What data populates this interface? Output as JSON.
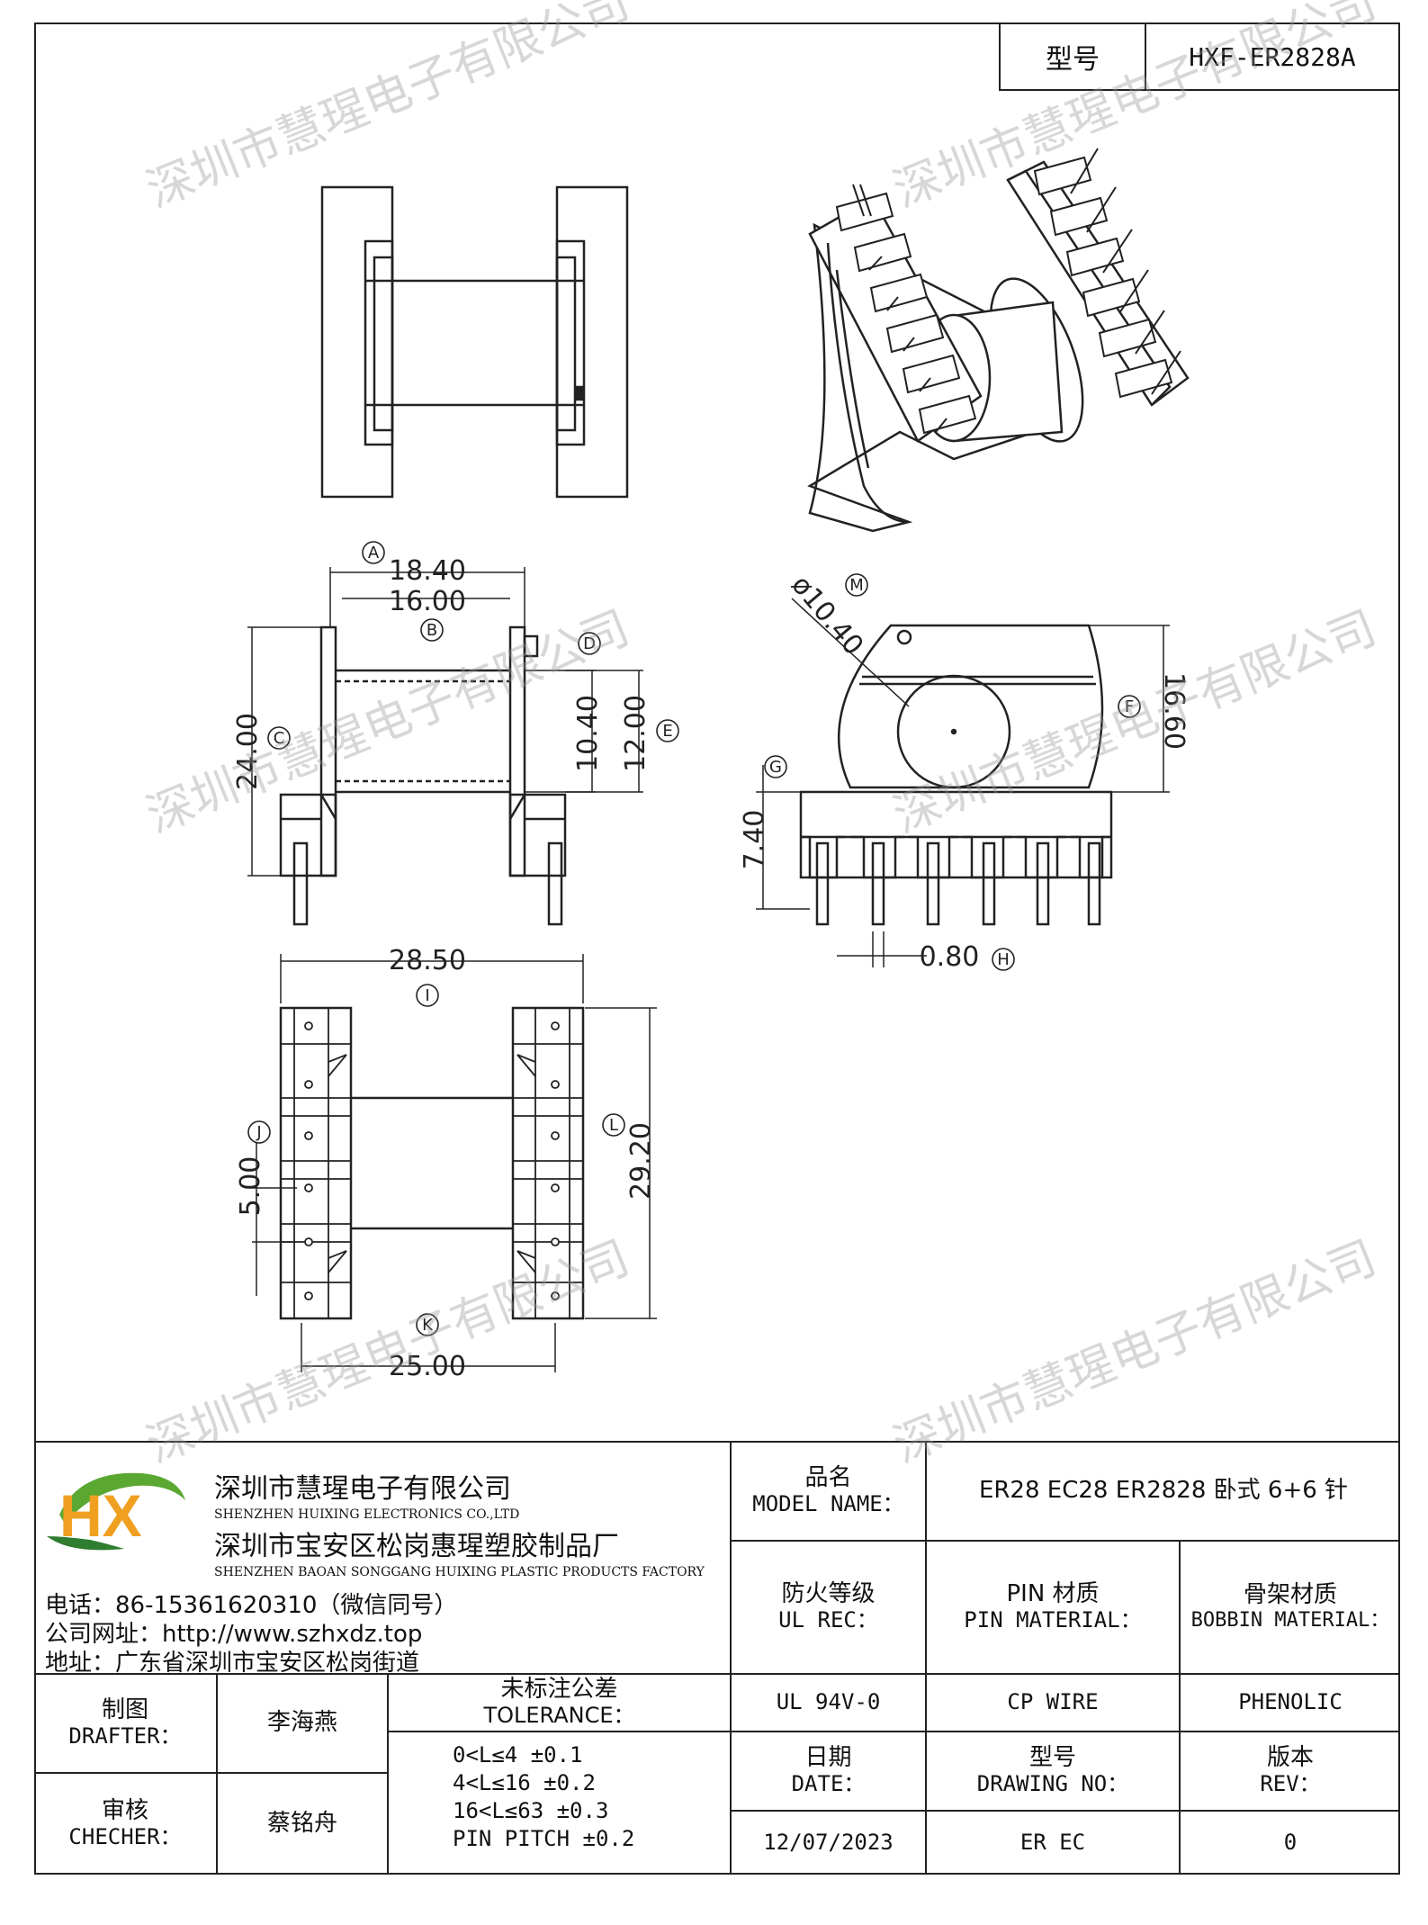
{
  "header": {
    "model_label": "型号",
    "model_value": "HXF-ER2828A"
  },
  "dimensions": {
    "a": "18.40",
    "b": "16.00",
    "c": "24.00",
    "d_val": "10.40",
    "e": "12.00",
    "f": "16.60",
    "g": "7.40",
    "h": "0.80",
    "i": "28.50",
    "j": "5.00",
    "k": "25.00",
    "l": "29.20",
    "m": "ø10.40",
    "markers": {
      "a": "A",
      "b": "B",
      "c": "C",
      "d": "D",
      "e": "E",
      "f": "F",
      "g": "G",
      "h": "H",
      "i": "I",
      "j": "J",
      "k": "K",
      "l": "L",
      "m": "M"
    }
  },
  "company": {
    "logo_text": "HX",
    "name_cn": "深圳市慧瑆电子有限公司",
    "name_en": "SHENZHEN HUIXING ELECTRONICS CO.,LTD",
    "factory_cn": "深圳市宝安区松岗惠瑆塑胶制品厂",
    "factory_en": "SHENZHEN BAOAN SONGGANG HUIXING PLASTIC PRODUCTS FACTORY",
    "phone": "电话：86-15361620310（微信同号）",
    "website": "公司网址：http://www.szhxdz.top",
    "address": "地址：广东省深圳市宝安区松岗街道"
  },
  "title_block": {
    "model_name_cn": "品名",
    "model_name_en": "MODEL NAME：",
    "model_name_value": "ER28 EC28 ER2828 卧式 6+6 针",
    "ul_rec_cn": "防火等级",
    "ul_rec_en": "UL REC：",
    "pin_material_cn": "PIN 材质",
    "pin_material_en": "PIN MATERIAL：",
    "bobbin_material_cn": "骨架材质",
    "bobbin_material_en": "BOBBIN MATERIAL：",
    "ul_value": "UL 94V-0",
    "pin_value": "CP WIRE",
    "bobbin_value": "PHENOLIC",
    "drafter_cn": "制图",
    "drafter_en": "DRAFTER：",
    "drafter_name": "李海燕",
    "checker_cn": "审核",
    "checker_en": "CHECHER：",
    "checker_name": "蔡铭舟",
    "tolerance_cn": "未标注公差",
    "tolerance_en": "TOLERANCE：",
    "tolerance_lines": [
      "0<L≤4  ±0.1",
      "4<L≤16 ±0.2",
      "16<L≤63 ±0.3",
      "PIN PITCH ±0.2"
    ],
    "date_cn": "日期",
    "date_en": "DATE：",
    "drawing_no_cn": "型号",
    "drawing_no_en": "DRAWING NO：",
    "rev_cn": "版本",
    "rev_en": "REV：",
    "date_value": "12/07/2023",
    "drawing_no_value": "ER EC",
    "rev_value": "0"
  },
  "watermark": "深圳市慧瑆电子有限公司",
  "colors": {
    "logo_green": "#5aa832",
    "logo_orange": "#f0a020",
    "logo_dark_green": "#2f7d2f"
  }
}
